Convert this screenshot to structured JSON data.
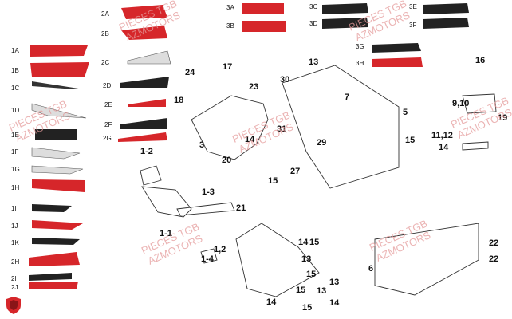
{
  "watermark": {
    "line1": "PIECES TGB",
    "line2": "AZMOTORS"
  },
  "colors": {
    "accent": "#d6262a",
    "dark": "#1e1e1e",
    "line": "#333333",
    "watermark": "#e59b9b"
  },
  "decal_labels": [
    "1A",
    "1B",
    "1C",
    "1D",
    "1E",
    "1F",
    "1G",
    "1H",
    "1I",
    "1J",
    "1K",
    "2H",
    "2I",
    "2J",
    "2A",
    "2B",
    "2C",
    "2D",
    "2E",
    "2F",
    "2G",
    "3A",
    "3B",
    "3C",
    "3D",
    "3E",
    "3F",
    "3G",
    "3H"
  ],
  "callouts": [
    "1-2",
    "1-3",
    "1-1",
    "1-4",
    "1,2",
    "17",
    "24",
    "18",
    "23",
    "3",
    "31",
    "14",
    "20",
    "15",
    "27",
    "21",
    "30",
    "13",
    "7",
    "5",
    "29",
    "6",
    "16",
    "14",
    "15",
    "9,10",
    "19",
    "11,12",
    "22",
    "22",
    "14",
    "15",
    "13",
    "15",
    "13",
    "15",
    "13",
    "14",
    "14",
    "15"
  ]
}
